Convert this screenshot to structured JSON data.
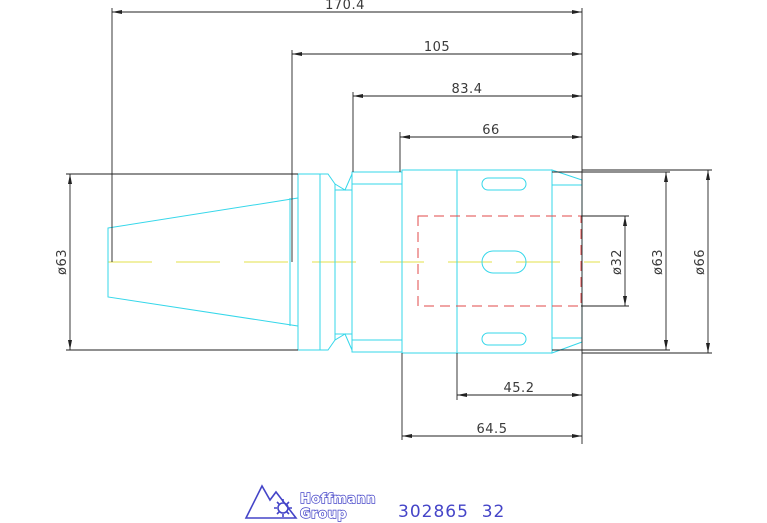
{
  "dimensions": {
    "overall_length": "170.4",
    "length_105": "105",
    "length_83_4": "83.4",
    "length_66": "66",
    "length_45_2": "45.2",
    "length_64_5": "64.5",
    "dia_63_left": "ø63",
    "dia_32": "ø32",
    "dia_63_right": "ø63",
    "dia_66": "ø66"
  },
  "title_block": {
    "logo_line1": "Hoffmann",
    "logo_line2": "Group",
    "part_number": "302865  32"
  },
  "colors": {
    "outline": "#36d7ea",
    "centerline": "#e3e04a",
    "hidden_bore": "#e04a4a",
    "dimension": "#222222",
    "brand": "#4545c8"
  }
}
